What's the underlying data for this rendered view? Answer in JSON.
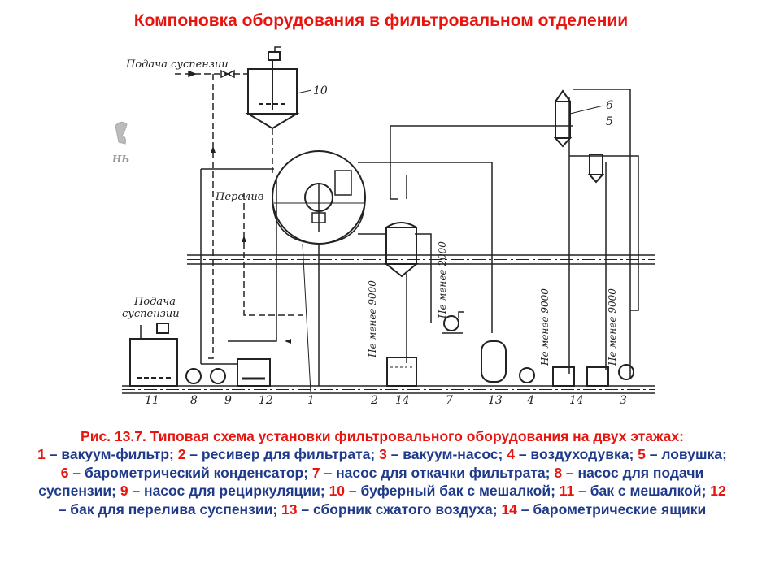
{
  "title": "Компоновка оборудования в фильтровальном отделении",
  "diagram": {
    "labels": {
      "feed_top": "Подача суспензии",
      "feed_left_1": "Подача",
      "feed_left_2": "суспензии",
      "overflow": "Перелив",
      "dim_9000_a": "Не менее 9000",
      "dim_2000": "Не менее 2000",
      "dim_9000_b": "Не менее 9000",
      "dim_9000_c": "Не менее 9000"
    },
    "numbers": {
      "n1": "1",
      "n2": "2",
      "n3": "3",
      "n4": "4",
      "n5": "5",
      "n6": "6",
      "n7": "7",
      "n8": "8",
      "n9": "9",
      "n10": "10",
      "n11": "11",
      "n12": "12",
      "n13": "13",
      "n14a": "14",
      "n14b": "14"
    },
    "watermark": "НЬ"
  },
  "caption": {
    "head": "Рис. 13.7. Типовая схема установки фильтровального  оборудования на двух этажах:",
    "items": [
      {
        "num": "1",
        "text": " – вакуум-фильтр; "
      },
      {
        "num": "2",
        "text": " – ресивер для фильтрата; "
      },
      {
        "num": "3",
        "text": " – вакуум-насос;  "
      },
      {
        "num": "4",
        "text": " – воздуходувка; "
      },
      {
        "num": "5",
        "text": " – ловушка; "
      },
      {
        "num": "6",
        "text": " – барометрический конденсатор;  "
      },
      {
        "num": "7",
        "text": " – насос для откачки фильтрата; "
      },
      {
        "num": "8",
        "text": " – насос для подачи суспензии;  "
      },
      {
        "num": "9",
        "text": " – насос для рециркуляции; "
      },
      {
        "num": "10",
        "text": " – буферный бак с мешалкой; "
      },
      {
        "num": "11",
        "text": " – бак с мешалкой; "
      },
      {
        "num": "12",
        "text": " – бак для перелива суспензии; "
      },
      {
        "num": "13",
        "text": " – сборник сжатого воздуха; "
      },
      {
        "num": "14",
        "text": " – барометрические ящики"
      }
    ]
  },
  "colors": {
    "title": "#e8150f",
    "caption_text": "#1f3a8a",
    "caption_numbers": "#e8150f",
    "line": "#222222"
  }
}
